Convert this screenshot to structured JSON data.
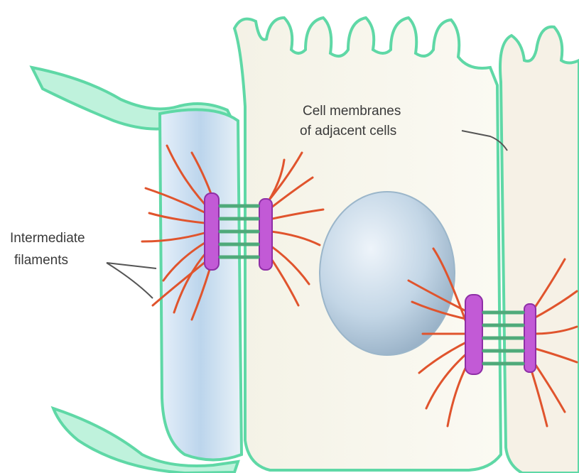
{
  "labels": {
    "membranes_line1": "Cell membranes",
    "membranes_line2": "of adjacent cells",
    "filaments_line1": "Intermediate",
    "filaments_line2": "filaments"
  },
  "colors": {
    "membrane": "#5fd8a6",
    "membrane_fill": "#bff2dc",
    "cytoplasm": "#f5f3e8",
    "folded_cell": "#cfe3f3",
    "nucleus": "#b9cfe0",
    "plaque": "#c25ad6",
    "filament": "#e0542d",
    "linker": "#4faa7a"
  }
}
